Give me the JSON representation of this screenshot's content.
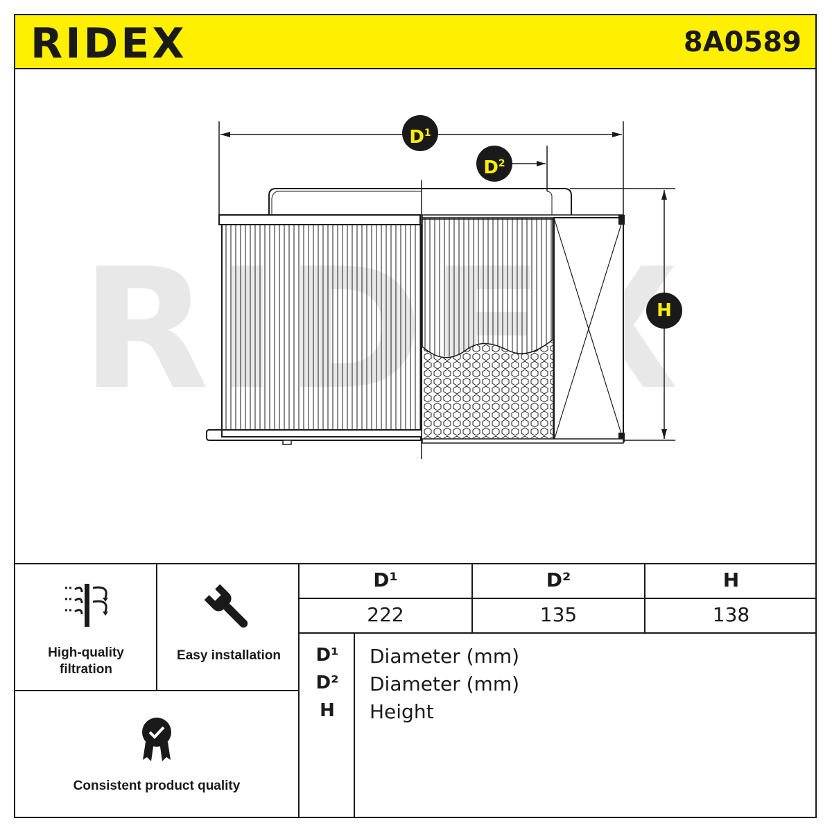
{
  "header": {
    "brand": "RIDEX",
    "part_number": "8A0589"
  },
  "drawing": {
    "watermark": "RIDEX",
    "labels": {
      "d1": "D",
      "d1_sup": "1",
      "d2": "D",
      "d2_sup": "2",
      "h": "H"
    }
  },
  "features": [
    {
      "label_line1": "High-quality",
      "label_line2": "filtration",
      "icon": "filtration-icon"
    },
    {
      "label_line1": "Easy installation",
      "icon": "wrench-icon"
    },
    {
      "label_line1": "Consistent product quality",
      "icon": "quality-badge-icon"
    }
  ],
  "spec_table": {
    "headers": [
      "D¹",
      "D²",
      "H"
    ],
    "values": [
      "222",
      "135",
      "138"
    ]
  },
  "legend": [
    {
      "key": "D¹",
      "desc": "Diameter (mm)"
    },
    {
      "key": "D²",
      "desc": "Diameter (mm)"
    },
    {
      "key": "H",
      "desc": "Height"
    }
  ],
  "colors": {
    "accent": "#ffef00",
    "ink": "#1a1a1a",
    "watermark": "#e8e8e8"
  }
}
